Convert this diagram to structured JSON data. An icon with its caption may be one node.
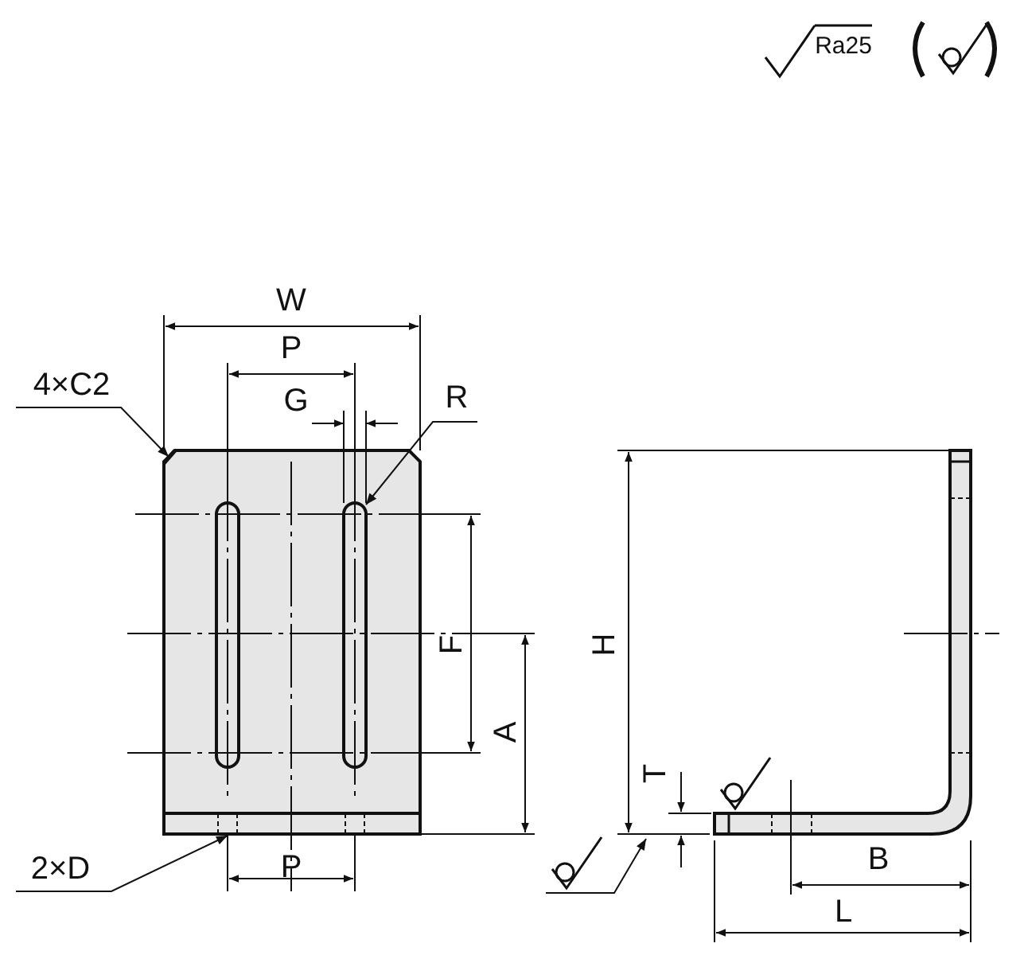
{
  "diagram": {
    "nodes": [
      {
        "text": [
          "4×C2"
        ]
      },
      {
        "text": [
          "R"
        ]
      },
      {
        "text": [
          "2×D"
        ]
      },
      {
        "text": [],
        "shape": "picture"
      },
      {
        "text": [],
        "shape": "box"
      },
      {
        "text": [],
        "shape": "picture"
      }
    ],
    "edges": [
      {
        "from": 0,
        "to": 3,
        "arrow": "to"
      },
      {
        "from": 1,
        "to": 4,
        "arrow": "to"
      },
      {
        "from": 2,
        "to": 5,
        "arrow": "to"
      }
    ],
    "labels": [
      "Ra25",
      "W",
      "P",
      "G",
      "F",
      "A",
      "H",
      "T",
      "P",
      "B",
      "L"
    ]
  }
}
